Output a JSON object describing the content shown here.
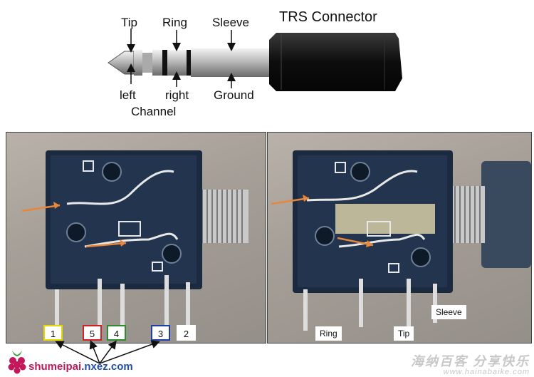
{
  "connector": {
    "title": "TRS Connector",
    "labels": {
      "tip": "Tip",
      "ring": "Ring",
      "sleeve": "Sleeve",
      "left": "left",
      "right": "right",
      "channel": "Channel",
      "ground": "Ground"
    }
  },
  "pins": {
    "p1": "1",
    "p5": "5",
    "p4": "4",
    "p3": "3",
    "p2": "2"
  },
  "pin_colors": {
    "p1": "#e6d800",
    "p5": "#d32027",
    "p4": "#2e8b2e",
    "p3": "#1f3fa8",
    "p2": "#ffffff"
  },
  "photo_labels": {
    "ring": "Ring",
    "tip": "Tip",
    "sleeve": "Sleeve"
  },
  "brand": {
    "name": "shumeipai",
    "rest": ".nxez.com"
  },
  "watermark": {
    "cn": "海纳百客 分享快乐",
    "url": "www.hainabaike.com"
  },
  "colors": {
    "arrow": "#e8873a",
    "plug_body": "#111111"
  }
}
